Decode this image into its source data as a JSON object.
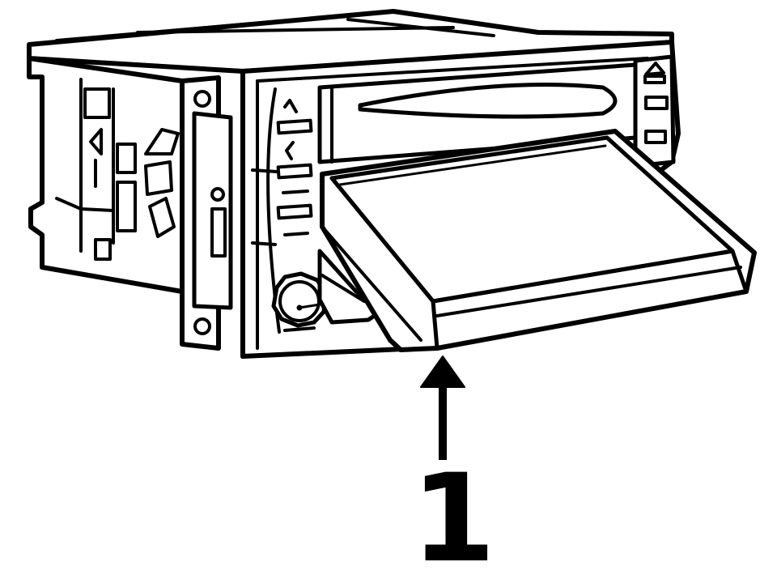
{
  "diagram": {
    "callout_label": "1",
    "line_color": "#000000",
    "fill_color": "#ffffff",
    "parts": [
      "radio-unit",
      "cd-slot",
      "fold-down-display",
      "volume-knob",
      "eject-button",
      "mounting-bracket"
    ]
  }
}
